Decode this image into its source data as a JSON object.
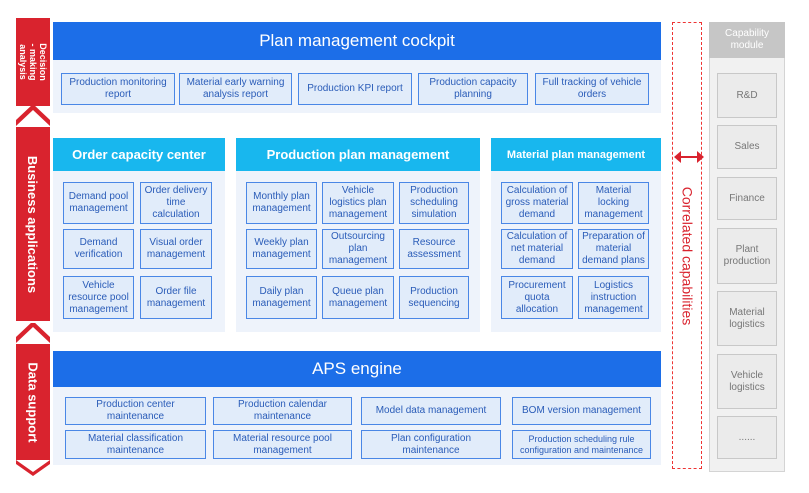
{
  "rail": {
    "decision": "Decision - making analysis",
    "business": "Business applications",
    "data": "Data support"
  },
  "cockpit": {
    "title": "Plan management cockpit",
    "items": [
      "Production monitoring report",
      "Material early warning analysis report",
      "Production KPI report",
      "Production capacity planning",
      "Full tracking of vehicle orders"
    ]
  },
  "order_center": {
    "title": "Order capacity center",
    "items": [
      "Demand pool management",
      "Order delivery time calculation",
      "Demand verification",
      "Visual order management",
      "Vehicle resource pool management",
      "Order file management"
    ]
  },
  "production_plan": {
    "title": "Production plan management",
    "items": [
      "Monthly plan management",
      "Vehicle logistics plan management",
      "Production scheduling simulation",
      "Weekly plan management",
      "Outsourcing plan management",
      "Resource assessment",
      "Daily plan management",
      "Queue plan management",
      "Production sequencing"
    ]
  },
  "material_plan": {
    "title": "Material plan management",
    "items": [
      "Calculation of gross material demand",
      "Material locking management",
      "Calculation of net material demand",
      "Preparation of material demand plans",
      "Procurement quota allocation",
      "Logistics instruction management"
    ]
  },
  "aps": {
    "title": "APS engine",
    "items": [
      "Production center maintenance",
      "Production calendar maintenance",
      "Model data management",
      "BOM version management",
      "Material classification maintenance",
      "Material resource pool management",
      "Plan configuration maintenance",
      "Production scheduling rule configuration and maintenance"
    ]
  },
  "correlated": "Correlated capabilities",
  "capability": {
    "title": "Capability module",
    "items": [
      "R&D",
      "Sales",
      "Finance",
      "Plant production",
      "Material logistics",
      "Vehicle logistics",
      "......"
    ]
  },
  "colors": {
    "red": "#d9232e",
    "blue": "#1c6ee8",
    "cyan": "#18b7ee"
  }
}
